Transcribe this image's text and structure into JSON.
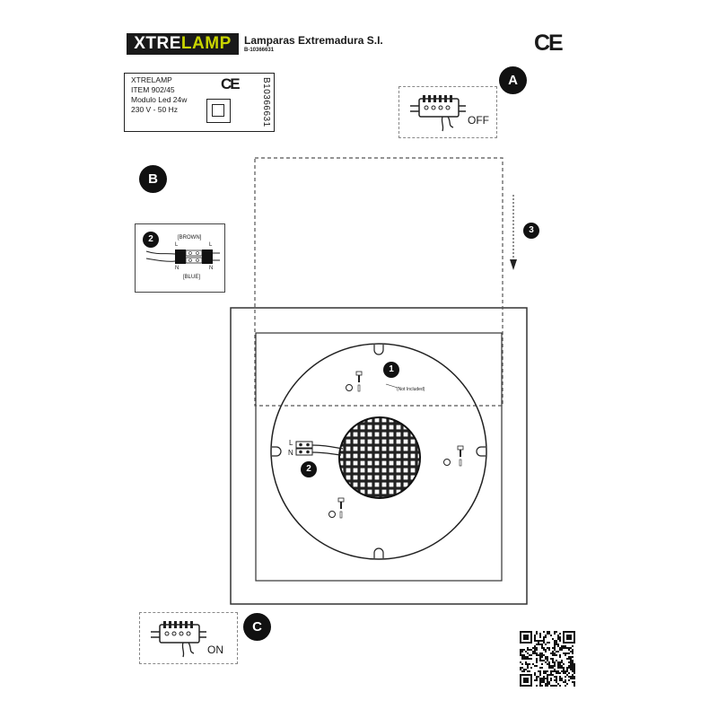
{
  "header": {
    "logo_part1": "XTRE",
    "logo_part2": "LAMP",
    "company_name": "Lamparas Extremadura S.I.",
    "reg_number": "B-10366631",
    "ce_mark": "CE"
  },
  "product_label": {
    "lines": [
      "XTRELAMP",
      "ITEM 902/45",
      "Modulo Led  24w",
      "230 V - 50 Hz"
    ],
    "ce_mark": "CE",
    "vertical_code": "B10366631"
  },
  "steps": {
    "a": "A",
    "b": "B",
    "c": "C",
    "three": "3",
    "one": "1",
    "two": "2",
    "two_inset": "2"
  },
  "switch_off": {
    "label": "OFF"
  },
  "switch_on": {
    "label": "ON"
  },
  "wiring_inset": {
    "brown": "[BROWN]",
    "blue": "[BLUE]",
    "l_left": "L",
    "l_right": "L",
    "n_left": "N",
    "n_right": "N"
  },
  "module": {
    "not_included": "(Not Included)",
    "terminal_l": "L",
    "terminal_n": "N"
  },
  "colors": {
    "accent": "#c8d400",
    "ink": "#1a1a1a"
  }
}
